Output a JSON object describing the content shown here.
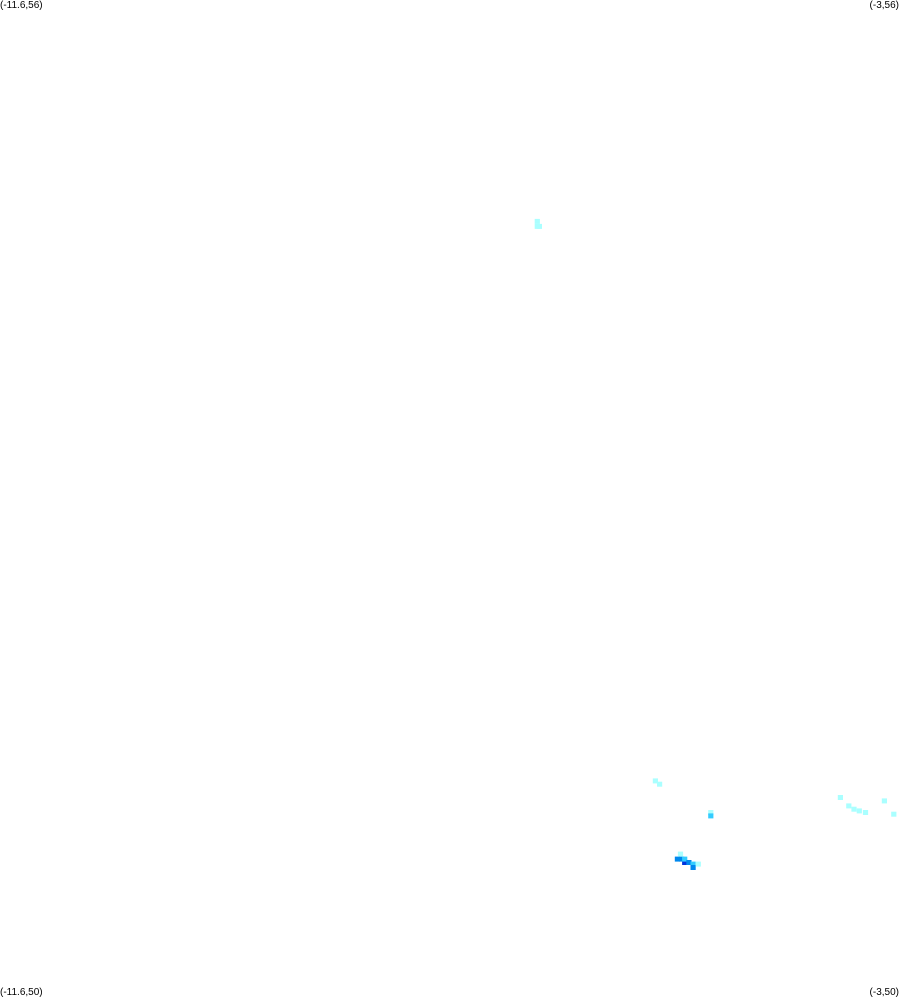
{
  "map": {
    "bounds": {
      "lon_min": -11.6,
      "lon_max": -3,
      "lat_min": 50,
      "lat_max": 56
    },
    "corner_labels": {
      "top_left": "(-11.6,56)",
      "top_right": "(-3,56)",
      "bottom_left": "(-11.6,50)",
      "bottom_right": "(-3,50)"
    },
    "cell_size_deg": [
      0.05,
      0.03
    ],
    "colors": {
      "background": "#ffffff",
      "light": "#aaffff",
      "medium": "#33ccff",
      "strong": "#0088ee",
      "darkest": "#0033dd"
    },
    "cells": [
      {
        "lon": -6.46,
        "lat": 54.67,
        "level": "light"
      },
      {
        "lon": -6.46,
        "lat": 54.64,
        "level": "light"
      },
      {
        "lon": -6.44,
        "lat": 54.64,
        "level": "light"
      },
      {
        "lon": -5.33,
        "lat": 51.31,
        "level": "light"
      },
      {
        "lon": -5.29,
        "lat": 51.29,
        "level": "light"
      },
      {
        "lon": -4.8,
        "lat": 51.12,
        "level": "light"
      },
      {
        "lon": -4.8,
        "lat": 51.1,
        "level": "medium"
      },
      {
        "lon": -3.56,
        "lat": 51.21,
        "level": "light"
      },
      {
        "lon": -3.48,
        "lat": 51.16,
        "level": "light"
      },
      {
        "lon": -3.43,
        "lat": 51.14,
        "level": "light"
      },
      {
        "lon": -3.38,
        "lat": 51.13,
        "level": "light"
      },
      {
        "lon": -3.32,
        "lat": 51.12,
        "level": "light"
      },
      {
        "lon": -3.14,
        "lat": 51.19,
        "level": "light"
      },
      {
        "lon": -3.05,
        "lat": 51.11,
        "level": "light"
      },
      {
        "lon": -5.12,
        "lat": 50.84,
        "level": "strong"
      },
      {
        "lon": -5.08,
        "lat": 50.84,
        "level": "strong"
      },
      {
        "lon": -5.05,
        "lat": 50.82,
        "level": "darkest"
      },
      {
        "lon": -5.05,
        "lat": 50.84,
        "level": "medium"
      },
      {
        "lon": -5.01,
        "lat": 50.82,
        "level": "strong"
      },
      {
        "lon": -4.97,
        "lat": 50.81,
        "level": "medium"
      },
      {
        "lon": -4.97,
        "lat": 50.79,
        "level": "strong"
      },
      {
        "lon": -4.92,
        "lat": 50.81,
        "level": "light"
      },
      {
        "lon": -5.09,
        "lat": 50.87,
        "level": "light"
      }
    ]
  }
}
